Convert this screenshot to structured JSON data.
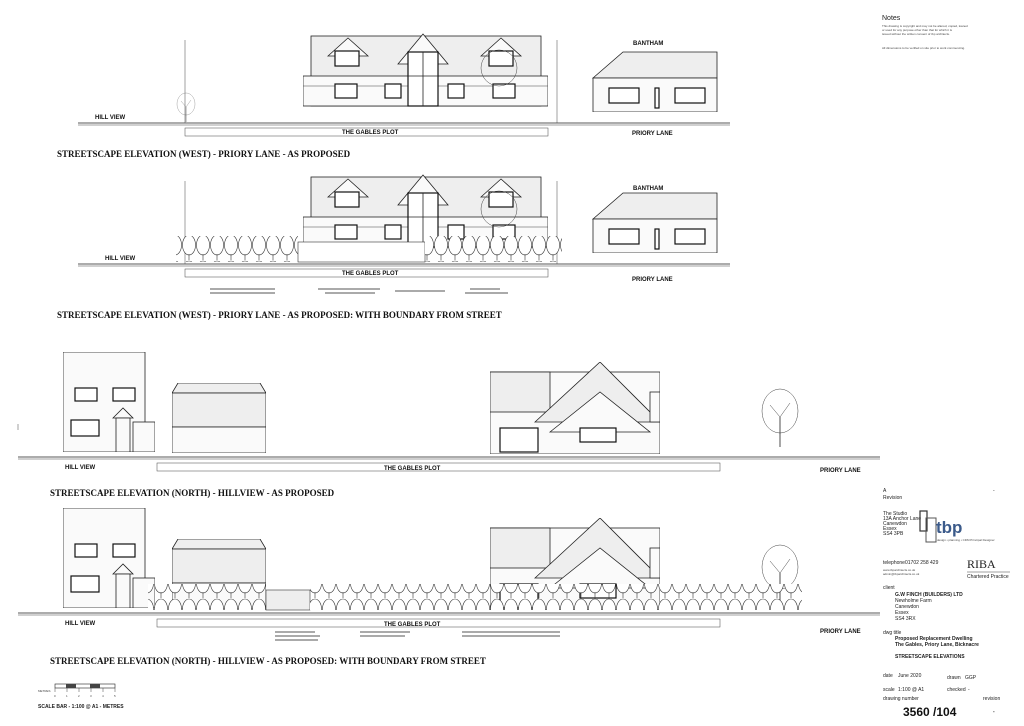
{
  "notes": {
    "heading": "Notes",
    "lines": [
      "This drawing is copyright and may not be altered, copied, loaned",
      "or used for any purpose other than that for which it is",
      "issued without the written consent of tbp architects.",
      "All dimensions to be verified on site prior to work commencing."
    ]
  },
  "elevations": [
    {
      "title": "STREETSCAPE ELEVATION (WEST) - PRIORY LANE - AS PROPOSED",
      "left_label": "HILL VIEW",
      "plot_label": "THE GABLES PLOT",
      "right_label": "PRIORY LANE",
      "neighbour_label": "BANTHAM"
    },
    {
      "title": "STREETSCAPE ELEVATION (WEST) - PRIORY LANE - AS PROPOSED: WITH BOUNDARY FROM STREET",
      "left_label": "HILL VIEW",
      "plot_label": "THE GABLES PLOT",
      "right_label": "PRIORY LANE",
      "neighbour_label": "BANTHAM"
    },
    {
      "title": "STREETSCAPE ELEVATION (NORTH) - HILLVIEW - AS PROPOSED",
      "left_label": "HILL VIEW",
      "plot_label": "THE GABLES PLOT",
      "right_label": "PRIORY LANE"
    },
    {
      "title": "STREETSCAPE ELEVATION (NORTH) - HILLVIEW - AS PROPOSED: WITH BOUNDARY FROM STREET",
      "left_label": "HILL VIEW",
      "plot_label": "THE GABLES PLOT",
      "right_label": "PRIORY LANE"
    }
  ],
  "scale_bar": {
    "label": "SCALE BAR - 1:100 @ A1 - METRES",
    "ticks": [
      "0",
      "1",
      "2",
      "3",
      "4",
      "5"
    ],
    "unit": "METRES"
  },
  "title_block": {
    "revision_letter": "A",
    "revision_dash": "-",
    "revision_label": "Revision",
    "address": [
      "The Studio",
      "13A Anchor Lane",
      "Canewdon",
      "Essex",
      "SS4 3PB"
    ],
    "logo": "tbp",
    "tagline": "design • planning • CDM Principal Designer",
    "telephone_label": "telephone",
    "telephone": "01702 258 429",
    "web": "www.tbparchitects.co.uk",
    "email": "admin@tbparchitects.co.uk",
    "riba": "RIBA",
    "riba_sub": "Chartered Practice",
    "client_label": "client",
    "client": [
      "G.W FINCH (BUILDERS) LTD",
      "Newholme Farm",
      "Canewdon",
      "Essex",
      "SS4 3RX"
    ],
    "dwg_title_label": "dwg title",
    "dwg_title": [
      "Proposed Replacement Dwelling",
      "The Gables, Priory Lane, Bicknacre"
    ],
    "sheet_title": "STREETSCAPE ELEVATIONS",
    "date_label": "date",
    "date": "June 2020",
    "drawn_label": "drawn",
    "drawn": "GGP",
    "scale_label": "scale",
    "scale": "1:100 @ A1",
    "checked_label": "checked",
    "checked": "-",
    "drawing_number_label": "drawing number",
    "drawing_number": "3560 /104",
    "revision_label2": "revision",
    "revision": "-"
  }
}
